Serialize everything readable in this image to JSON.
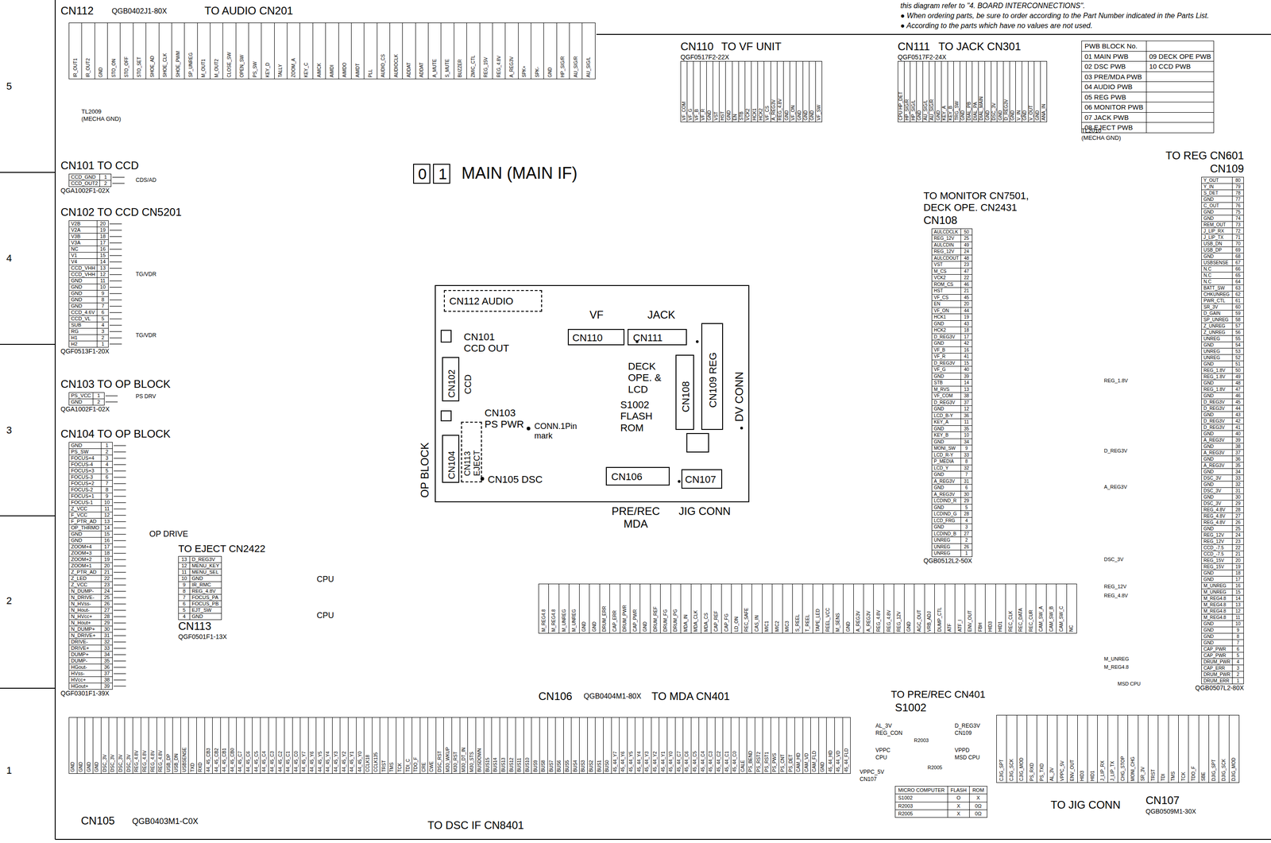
{
  "diagram": {
    "title": "MAIN (MAIN IF)",
    "nodes": [
      {
        "text": [
          "CN112",
          "QGB0402J1-80X",
          "TO AUDIO CN201",
          "IR_OUT1",
          "IR_OUT2",
          "GND",
          "STO_ON",
          "STO_OFF",
          "STO_SET",
          "SHOE_AD",
          "SHOE_CLK",
          "SHOE_PWM",
          "SP_UNREG",
          "M_OUT1",
          "M_OUT2",
          "CLOSE_SW",
          "OPEN_SW",
          "PS_SW",
          "KEY_D",
          "TALLY",
          "ZOOM_A",
          "KEY_C",
          "AIMCK",
          "AIMDI",
          "AIMDO",
          "AIMDT",
          "PLL",
          "AUDIO_CS",
          "AUDIOCLK",
          "ADDAT",
          "ADDAT",
          "A_MUTE",
          "S_MUTE",
          "BUZZER",
          "ZMIC_CTL",
          "REG_15V",
          "REG_4.8V",
          "A_REG3V",
          "SPK+",
          "SPK-",
          "GND",
          "HP_SIG/R",
          "AU_SIG/R",
          "AU_SIG/L"
        ]
      },
      {
        "text": [
          "CN110",
          "TO VF UNIT",
          "QGF0517F2-22X",
          "VF_COM",
          "VF_G",
          "VF_B",
          "VF_R",
          "GND",
          "VST",
          "HST",
          "GND",
          "EN",
          "STB",
          "VCK2",
          "HCK1",
          "HCK2",
          "VF_CS",
          "A_REG3V",
          "REG_4.8V",
          "GND",
          "VF_ON",
          "GND",
          "GND",
          "GND",
          "VF_SW"
        ]
      },
      {
        "text": [
          "CN111",
          "TO JACK CN301",
          "QGF0517F2-24X",
          "CPU HP_DET",
          "HP_SIG/R",
          "HP_SIG/L",
          "GND",
          "AU_SIG/L",
          "AU_SIG/R",
          "GND",
          "KEY_A",
          "KEY_B",
          "TRG_SW",
          "GND",
          "DIAL_PB",
          "DIAL_PA",
          "DIAL_MAIN",
          "GND",
          "DSC_3V",
          "GND",
          "D_REG3V",
          "GND",
          "V_IN",
          "GND",
          "V_OUT",
          "GND",
          "ANA_IN"
        ]
      },
      {
        "text": [
          "PWB BLOCK No.",
          "01 MAIN PWB",
          "02 DSC PWB",
          "03 PRE/MDA PWB",
          "04 AUDIO PWB",
          "05 REG PWB",
          "06 MONITOR PWB",
          "07 JACK PWB",
          "08 EJECT PWB",
          "09 DECK OPE PWB",
          "10 CCD PWB"
        ]
      },
      {
        "text": [
          "0"
        ]
      },
      {
        "text": [
          "1"
        ]
      },
      {
        "text": [
          "CN101 TO CCD",
          "CCD_GND",
          "1",
          "CCD_OUT2",
          "2",
          "QGA1002F1-02X"
        ]
      },
      {
        "text": [
          "CN102 TO CCD CN5201",
          "V2B",
          "20",
          "V2A",
          "19",
          "V3B",
          "18",
          "V3A",
          "17",
          "NC",
          "16",
          "V1",
          "15",
          "V4",
          "14",
          "CCD_VHH",
          "13",
          "CCD_VHH",
          "12",
          "GND",
          "11",
          "GND",
          "10",
          "GND",
          "9",
          "GND",
          "8",
          "GND",
          "7",
          "CCD_4.6V",
          "6",
          "CCD_VL",
          "5",
          "SUB",
          "4",
          "RG",
          "3",
          "H1",
          "2",
          "H2",
          "1",
          "QGF0513F1-20X"
        ]
      },
      {
        "text": [
          "TO MONITOR CN7501, DECK OPE. CN2431",
          "CN108",
          "AULCDCLK",
          "50",
          "REG_12V",
          "25",
          "AULCDIN",
          "49",
          "REG_12V",
          "24",
          "AULCDOUT",
          "48",
          "VST",
          "23",
          "M_CS",
          "47",
          "VCK2",
          "22",
          "ROM_CS",
          "46",
          "HST",
          "21",
          "VF_CS",
          "45",
          "EN",
          "20",
          "VF_ON",
          "44",
          "HCK1",
          "19",
          "GND",
          "43",
          "HCK2",
          "18",
          "D_REG3V",
          "17",
          "GND",
          "42",
          "VF_B",
          "16",
          "VF_R",
          "41",
          "D_REG3V",
          "15",
          "VF_G",
          "40",
          "GND",
          "39",
          "STB",
          "14",
          "M_RVS",
          "13",
          "VF_COM",
          "38",
          "D_REG3V",
          "37",
          "GND",
          "12",
          "LCD_B-Y",
          "36",
          "KEY_A",
          "11",
          "GND",
          "35",
          "KEY_B",
          "10",
          "GND",
          "34",
          "MONI_SW",
          "9",
          "LCD_R-Y",
          "33",
          "P_MEDIA",
          "8",
          "LCD_Y",
          "32",
          "GND",
          "7",
          "A_REG3V",
          "31",
          "GND",
          "6",
          "A_REG3V",
          "30",
          "LCDIND_R",
          "29",
          "GND",
          "5",
          "LCDIND_G",
          "28",
          "LCD_FRG",
          "4",
          "GND",
          "3",
          "LCDIND_B",
          "27",
          "UNREG",
          "2",
          "UNREG",
          "26",
          "UNREG",
          "1",
          "QGB0512L2-50X"
        ]
      },
      {
        "text": [
          "TO REG CN601",
          "CN109",
          "Y_OUT",
          "80",
          "Y_IN",
          "79",
          "S_DET",
          "78",
          "GND",
          "77",
          "C_OUT",
          "76",
          "GND",
          "75",
          "GND",
          "74",
          "REM_OUT",
          "73",
          "J_LIP_RX",
          "72",
          "J_LIP_TX",
          "71",
          "USB_DN",
          "70",
          "USB_DP",
          "69",
          "GND",
          "68",
          "USBSENSE",
          "67",
          "N.C",
          "66",
          "N.C",
          "65",
          "N.C",
          "64",
          "BATT_SW",
          "63",
          "CHKUNREG",
          "62",
          "PWR_CTL",
          "61",
          "SR_3V",
          "60",
          "D_GAIN",
          "59",
          "SP_UNREG",
          "58",
          "Z_UNREG",
          "57",
          "Z_UNREG",
          "56",
          "UNREG",
          "55",
          "GND",
          "54",
          "UNREG",
          "53",
          "UNREG",
          "52",
          "GND",
          "51",
          "REG_1.8V",
          "50",
          "REG_1.8V",
          "49",
          "GND",
          "48",
          "REG_1.8V",
          "47",
          "GND",
          "46",
          "D_REG3V",
          "45",
          "D_REG3V",
          "44",
          "GND",
          "43",
          "D_REG3V",
          "42",
          "D_REG3V",
          "41",
          "GND",
          "40",
          "A_REG3V",
          "39",
          "GND",
          "38",
          "A_REG3V",
          "37",
          "GND",
          "36",
          "A_REG3V",
          "35",
          "GND",
          "34",
          "DSC_3V",
          "33",
          "GND",
          "32",
          "DSC_3V",
          "31",
          "GND",
          "30",
          "DSC_3V",
          "29",
          "REG_4.8V",
          "28",
          "REG_4.8V",
          "27",
          "REG_4.8V",
          "26",
          "GND",
          "25",
          "REG_12V",
          "24",
          "REG_12V",
          "23",
          "CCD_-7.5",
          "22",
          "CCD_-7.5",
          "21",
          "REG_15V",
          "20",
          "REG_15V",
          "19",
          "GND",
          "18",
          "GND",
          "17",
          "M_UNREG",
          "16",
          "M_UNREG",
          "15",
          "M_REG4.8",
          "14",
          "M_REG4.8",
          "13",
          "M_REG4.8",
          "12",
          "M_REG4.8",
          "11",
          "GND",
          "10",
          "GND",
          "9",
          "GND",
          "8",
          "GND",
          "7",
          "CAP_PWR",
          "6",
          "CAP_PWR",
          "5",
          "DRUM_PWR",
          "4",
          "CAP_ERR",
          "3",
          "DRUM_PWR",
          "2",
          "DRUM_ERR",
          "1",
          "QGB0507L2-80X"
        ]
      },
      {
        "text": [
          "VF",
          "JACK",
          "DECK OPE. & LCD",
          "S1002 FLASH ROM",
          "DV CONN",
          "CONN.1Pin mark",
          "CN101 CCD OUT",
          "CN103 PS PWR",
          "CN105 DSC"
        ]
      },
      {
        "text": [
          "CN112 AUDIO"
        ],
        "in": 10
      },
      {
        "text": [
          "CN110"
        ],
        "in": 10
      },
      {
        "text": [
          "CN111"
        ],
        "in": 10
      },
      {
        "text": [
          "CN109 REG"
        ],
        "in": 10
      },
      {
        "text": [
          "CN108"
        ],
        "in": 10
      },
      {
        "text": [
          "CN102",
          "CCD"
        ],
        "in": 10
      },
      {
        "text": [
          "CN113",
          "EJECT"
        ],
        "in": 10
      },
      {
        "text": [
          "CN104"
        ],
        "in": 10
      },
      {
        "text": [
          "CN106"
        ],
        "in": 10
      },
      {
        "text": [
          "CN107"
        ],
        "in": 10
      },
      {
        "text": [
          "CN103 TO OP BLOCK",
          "PS_VCC",
          "1",
          "GND",
          "2",
          "QGA1002F1-02X"
        ]
      },
      {
        "text": [
          "CN104 TO OP BLOCK",
          "GND",
          "1",
          "PS_SW",
          "2",
          "FOCUS+4",
          "3",
          "FOCUS-4",
          "4",
          "FOCUS+3",
          "5",
          "FOCUS-3",
          "6",
          "FOCUS+2",
          "7",
          "FOCUS-2",
          "8",
          "FOCUS+1",
          "9",
          "FOCUS-1",
          "10",
          "Z_VCC",
          "11",
          "F_VCC",
          "12",
          "F_PTR_AD",
          "13",
          "OP_THRMO",
          "14",
          "GND",
          "15",
          "GND",
          "16",
          "ZOOM+4",
          "17",
          "ZOOM+3",
          "18",
          "ZOOM+2",
          "19",
          "ZOOM+1",
          "20",
          "Z_PTR_AD",
          "21",
          "Z_LED",
          "22",
          "Z_VCC",
          "23",
          "N_DUMP-",
          "24",
          "N_DRIVE-",
          "25",
          "N_HVss-",
          "26",
          "N_Hout-",
          "27",
          "N_HVcc+",
          "28",
          "N_Hout+",
          "29",
          "N_DUMP+",
          "30",
          "N_DRIVE+",
          "31",
          "DRIVE-",
          "32",
          "DRIVE+",
          "33",
          "DUMP+",
          "34",
          "DUMP-",
          "35",
          "HGout-",
          "36",
          "HVss-",
          "37",
          "HVcc+",
          "38",
          "HGout+",
          "39",
          "QGF0301F1-39X"
        ]
      },
      {
        "text": [
          "TO EJECT CN2422",
          "13",
          "D_REG3V",
          "12",
          "MENU_KEY",
          "11",
          "MENU_SEL",
          "10",
          "GND",
          "9",
          "IR_RMC",
          "8",
          "REG_4.8V",
          "7",
          "FOCUS_PA",
          "6",
          "FOCUS_PB",
          "5",
          "EJT_SW",
          "4",
          "GND",
          "CN113",
          "QGF0501F1-13X"
        ]
      },
      {
        "text": [
          "CN106",
          "QGB0404M1-80X",
          "TO MDA CN401",
          "M_REG4.8",
          "M_REG4.8",
          "M_UNREG",
          "M_UNREG",
          "GND",
          "GND",
          "DRUM_ERR",
          "CAP_ERR",
          "DRUM_PWR",
          "CAP_PWR",
          "GND",
          "DRUM_REF",
          "DRUM_FG",
          "DRUM_PG",
          "MDA_IN",
          "MDA_CLK",
          "MDA_CS",
          "CAP_REF",
          "CAP_FG",
          "LD_ON",
          "REC_SAFE",
          "CAS_IN",
          "MIC1",
          "MIC2",
          "MIC3",
          "S_REEL",
          "T_REEL",
          "TAPE_LED",
          "REEL_VCC",
          "M_SENS",
          "GND",
          "A_REG3V",
          "A_REG3V",
          "REG_4.8V",
          "REG_4.8V",
          "REG_12V",
          "GND",
          "AGC_OUT",
          "VRB_ADJ",
          "DUMP_CTL",
          "ATF",
          "ATF_I",
          "ENV_OUT",
          "FBH",
          "HID3",
          "HID1",
          "REC_CLK",
          "REC_DATA",
          "REC_CUR",
          "CAM_SW_A",
          "CAM_SW_B",
          "CAM_SW_C",
          "NC"
        ]
      },
      {
        "text": [
          "CN105",
          "QGB0403M1-C0X",
          "TO DSC IF CN8401",
          "GND",
          "GND",
          "GND",
          "GND",
          "DSC_3V",
          "DSC_3V",
          "DSC_3V",
          "DSC_3V",
          "REG_4.8V",
          "REG_4.8V",
          "REG_4.8V",
          "REG_4.8V",
          "USB_DP",
          "USB_DN",
          "USBSENSE",
          "TXD",
          "RXD",
          "44_45_CB3",
          "44_45_CB2",
          "44_45_CB1",
          "44_45_CB0",
          "44_45_C7",
          "44_45_C6",
          "44_45_C5",
          "44_45_C4",
          "44_45_C3",
          "44_45_C2",
          "44_45_C1",
          "44_45_C0",
          "44_45_Y7",
          "44_45_Y6",
          "44_45_Y5",
          "44_45_Y4",
          "44_45_Y3",
          "44_45_Y2",
          "44_45_Y1",
          "44_45_Y0",
          "CCLK18",
          "CCLK135",
          "TRST",
          "TMS",
          "TCK",
          "TDI_C",
          "TDO_F",
          "CRE",
          "CWE",
          "DSC_RST",
          "M30_WKUP",
          "M30_RST",
          "M30_DT_IN",
          "M30_STS",
          "BUSDOWN",
          "BUS15",
          "BUS14",
          "BUS13",
          "BUS12",
          "BUS11",
          "BUS10",
          "BUS9",
          "BUS8",
          "BUS7",
          "BUS6",
          "BUS5",
          "BUS4",
          "BUS3",
          "BUS2",
          "BUS1",
          "BUS0",
          "45_44_Y7",
          "45_44_Y6",
          "45_44_Y5",
          "45_44_Y4",
          "45_44_Y3",
          "45_44_Y2",
          "45_44_Y1",
          "45_44_Y0",
          "45_44_C7",
          "45_44_C6",
          "45_44_C5",
          "45_44_C4",
          "45_44_C3",
          "45_44_C2",
          "45_44_C1",
          "45_44_C0",
          "CALE",
          "PS_BEND",
          "PS_RST2",
          "PS_RST1",
          "PS_PWS",
          "PS_CNT",
          "PS_DET",
          "CAM_HD",
          "CAM_VD",
          "CAM_FLD",
          "GND",
          "45_44_HD",
          "45_44_VD",
          "45_44_FLD"
        ]
      },
      {
        "text": [
          "MICRO COMPUTER",
          "FLASH",
          "ROM",
          "S1002",
          "O",
          "X",
          "R2003",
          "X",
          "0Ω",
          "R2005",
          "X",
          "0Ω"
        ]
      },
      {
        "text": [
          "TO JIG CONN",
          "CN107",
          "QGB0509M1-30X",
          "CJIG_SPT",
          "CJIG_SCK",
          "CJIG_MOD",
          "PS_RXD",
          "PS_TXD",
          "AL_3V",
          "VPPC_5V",
          "ENV_OUT",
          "HID3",
          "HID1",
          "J_LIP_RX",
          "J_LIP_TX",
          "CHG_STOP",
          "MONI_CHG",
          "SR_3V",
          "TRST",
          "TDI",
          "TMS",
          "TCK",
          "TDO_F",
          "SBE",
          "DJIG_SPT",
          "DJIG_SCK",
          "DJIG_MOD"
        ]
      }
    ],
    "labels": [
      "this diagram refer to \"4. BOARD INTERCONNECTIONS\".",
      "● When ordering parts, be sure to order according to the Part Number indicated in the Parts List.",
      "● According to the parts which have no values are not used.",
      "5",
      "4",
      "3",
      "2",
      "1",
      "TL2009",
      "(MECHA GND)",
      "CDS/AD",
      "TG/VDR",
      "TG/VDR",
      "PS DRV",
      "OP DRIVE",
      "CPU",
      "CPU",
      "OP BLOCK",
      "PRE/REC MDA",
      "JIG CONN",
      "TL2010",
      "(MECHA GND)",
      "REG_1.8V",
      "D_REG3V",
      "A_REG3V",
      "DSC_3V",
      "REG_12V",
      "REG_4.8V",
      "M_UNREG",
      "M_REG4.8",
      "MSD CPU",
      "TO PRE/REC CN401",
      "S1002",
      "AL_3V",
      "REG_CON",
      "D_REG3V",
      "CN109",
      "VPPC",
      "CPU",
      "VPPD",
      "MSD CPU",
      "VPPC_5V",
      "CN107",
      "R2003",
      "R2005"
    ]
  }
}
